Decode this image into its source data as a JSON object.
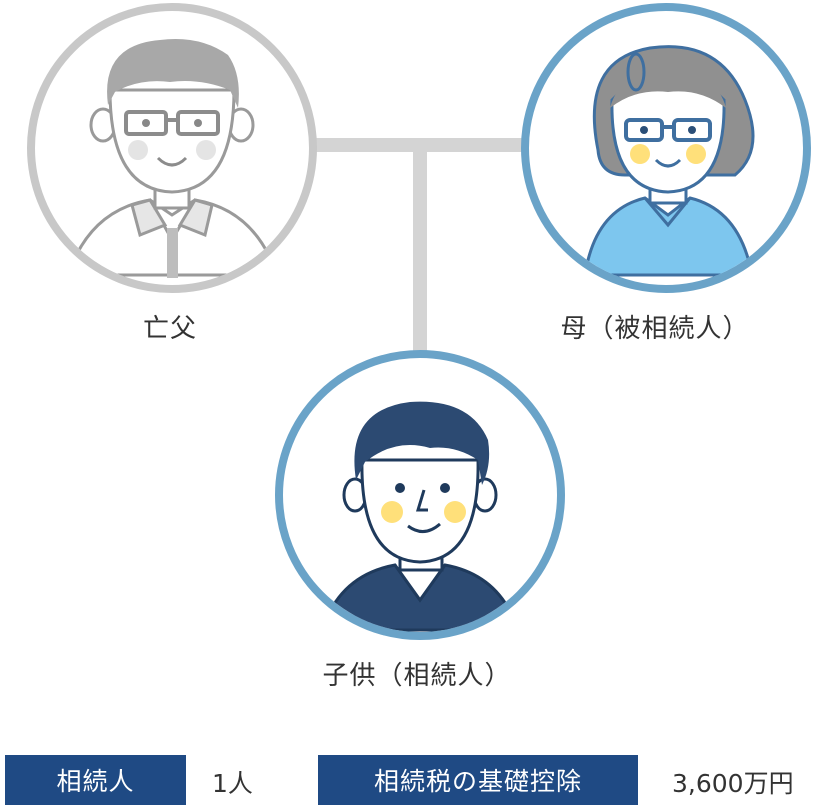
{
  "people": {
    "father": {
      "label": "亡父",
      "ring_color": "#c8c8c8"
    },
    "mother": {
      "label": "母（被相続人）",
      "ring_color": "#6aa3c8"
    },
    "child": {
      "label": "子供（相続人）",
      "ring_color": "#6aa3c8"
    }
  },
  "connector_color": "#d4d4d4",
  "info": {
    "heirs_label": "相続人",
    "heirs_value": "1人",
    "deduction_label": "相続税の基礎控除",
    "deduction_value": "3,600万円",
    "label_bg": "#1f4a84"
  }
}
